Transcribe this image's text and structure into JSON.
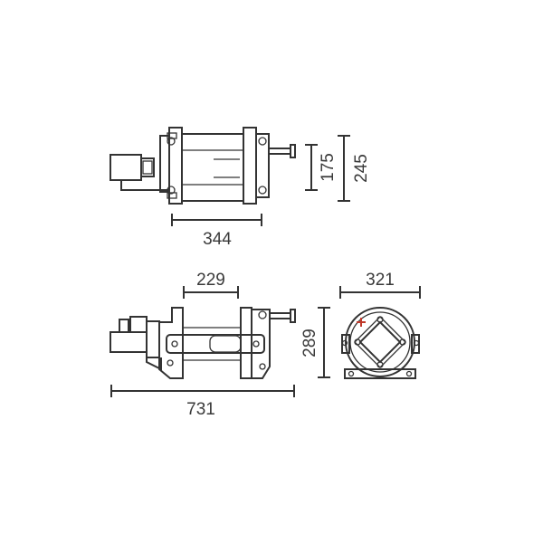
{
  "drawing": {
    "line_color": "#333333",
    "accent_color": "#c0392b",
    "dimensions": {
      "top_view_width": "344",
      "top_view_height_inner": "175",
      "top_view_height_outer": "245",
      "side_view_drum_width": "229",
      "side_view_total_length": "731",
      "side_view_height": "289",
      "end_view_width": "321"
    }
  }
}
